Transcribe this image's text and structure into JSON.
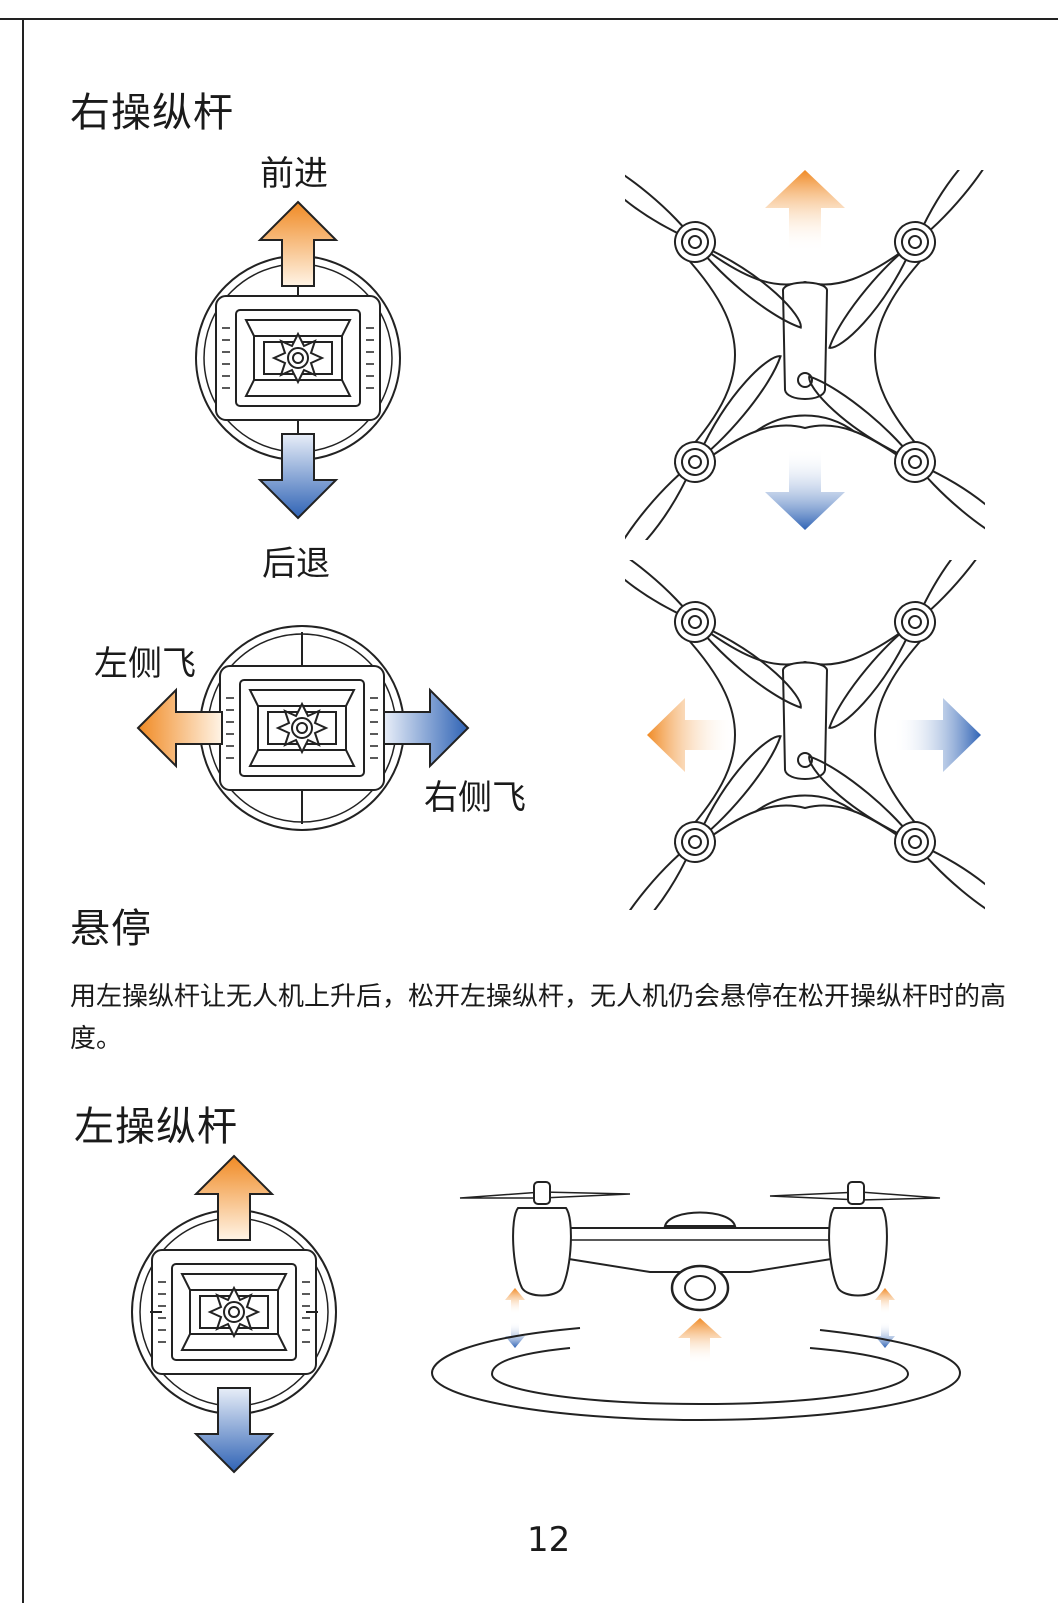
{
  "sections": {
    "right_stick": {
      "title": "右操纵杆",
      "forward": "前进",
      "backward": "后退",
      "left_side": "左侧飞",
      "right_side": "右侧飞"
    },
    "hover": {
      "title": "悬停",
      "text": "用左操纵杆让无人机上升后，松开左操纵杆，无人机仍会悬停在松开操纵杆时的高度。"
    },
    "left_stick": {
      "title": "左操纵杆"
    }
  },
  "page_number": "12",
  "colors": {
    "orange": "#f08a24",
    "blue": "#2f63b5",
    "line": "#222222"
  }
}
